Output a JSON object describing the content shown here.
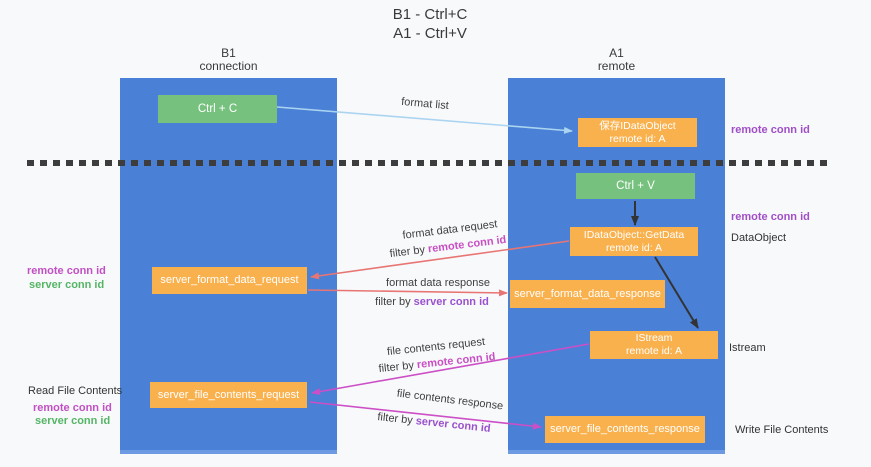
{
  "title": {
    "line1": "B1 - Ctrl+C",
    "line2": "A1 - Ctrl+V"
  },
  "columns": {
    "left": {
      "name": "B1",
      "subtitle": "connection"
    },
    "right": {
      "name": "A1",
      "subtitle": "remote"
    }
  },
  "boxes": {
    "ctrl_c": {
      "label": "Ctrl + C"
    },
    "ctrl_v": {
      "label": "Ctrl + V"
    },
    "save_dataobject": {
      "line1": "保存IDataObject",
      "line2": "remote id: A"
    },
    "getdata": {
      "line1": "IDataObject::GetData",
      "line2": "remote id: A"
    },
    "istream": {
      "line1": "IStream",
      "line2": "remote id: A"
    },
    "server_format_data_request": {
      "label": "server_format_data_request"
    },
    "server_format_data_response": {
      "label": "server_format_data_response"
    },
    "server_file_contents_request": {
      "label": "server_file_contents_request"
    },
    "server_file_contents_response": {
      "label": "server_file_contents_response"
    }
  },
  "arrows": {
    "format_list": {
      "label": "format list"
    },
    "format_data_request": {
      "label": "format data request",
      "filter_prefix": "filter by ",
      "filter_key": "remote conn id"
    },
    "format_data_response": {
      "label": "format data response",
      "filter_prefix": "filter by ",
      "filter_key": "server conn id"
    },
    "file_contents_request": {
      "label": "file contents request",
      "filter_prefix": "filter by ",
      "filter_key": "remote conn id"
    },
    "file_contents_response": {
      "label": "file contents response",
      "filter_prefix": "filter by ",
      "filter_key": "server conn id"
    }
  },
  "side_labels": {
    "right_remote_conn_id_top": "remote conn id",
    "right_remote_conn_id_mid": "remote conn id",
    "dataobject": "DataObject",
    "istream": "Istream",
    "write_file_contents": "Write File Contents",
    "read_file_contents": "Read File Contents",
    "left_remote_conn_id_top": "remote conn id",
    "left_server_conn_id_top": "server conn id",
    "left_remote_conn_id_bottom": "remote conn id",
    "left_server_conn_id_bottom": "server conn id"
  },
  "colors": {
    "column_blue": "#4a80d6",
    "box_green": "#76c17d",
    "box_orange": "#f9b14e",
    "arrow_lightblue": "#aad4f0",
    "arrow_red": "#e87573",
    "arrow_magenta": "#cc4fc6",
    "arrow_black": "#333333",
    "dashed_separator": "#3d3d3d",
    "label_magenta": "#c24fc4",
    "label_violet": "#a04fc8",
    "label_green": "#55b565"
  }
}
